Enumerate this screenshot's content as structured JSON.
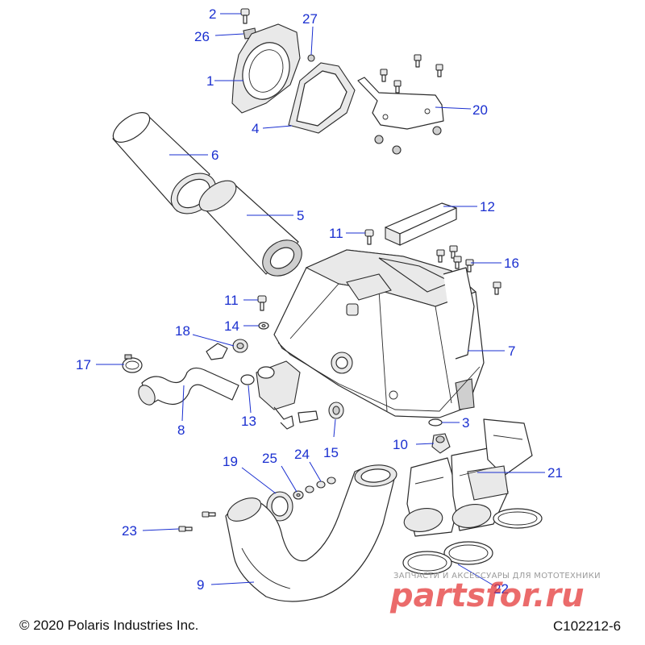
{
  "diagram": {
    "callouts": [
      {
        "id": "2",
        "label": "2"
      },
      {
        "id": "26",
        "label": "26"
      },
      {
        "id": "27",
        "label": "27"
      },
      {
        "id": "1",
        "label": "1"
      },
      {
        "id": "4",
        "label": "4"
      },
      {
        "id": "20",
        "label": "20"
      },
      {
        "id": "6",
        "label": "6"
      },
      {
        "id": "5",
        "label": "5"
      },
      {
        "id": "12",
        "label": "12"
      },
      {
        "id": "11a",
        "label": "11"
      },
      {
        "id": "16",
        "label": "16"
      },
      {
        "id": "11b",
        "label": "11"
      },
      {
        "id": "14",
        "label": "14"
      },
      {
        "id": "18",
        "label": "18"
      },
      {
        "id": "7",
        "label": "7"
      },
      {
        "id": "17",
        "label": "17"
      },
      {
        "id": "8",
        "label": "8"
      },
      {
        "id": "13",
        "label": "13"
      },
      {
        "id": "3",
        "label": "3"
      },
      {
        "id": "10",
        "label": "10"
      },
      {
        "id": "15",
        "label": "15"
      },
      {
        "id": "19",
        "label": "19"
      },
      {
        "id": "25",
        "label": "25"
      },
      {
        "id": "24",
        "label": "24"
      },
      {
        "id": "21",
        "label": "21"
      },
      {
        "id": "23",
        "label": "23"
      },
      {
        "id": "9",
        "label": "9"
      },
      {
        "id": "22",
        "label": "22"
      }
    ]
  },
  "footer": {
    "copyright": "© 2020 Polaris Industries Inc.",
    "figure_id": "C102212-6"
  },
  "watermark": {
    "tagline": "ЗАПЧАСТИ И АКСЕССУАРЫ ДЛЯ МОТОТЕХНИКИ",
    "brand": "partsfor.ru"
  },
  "colors": {
    "callout": "#1a2fd0",
    "line_art": "#2a2a2a",
    "watermark_red": "#e43a3a"
  }
}
